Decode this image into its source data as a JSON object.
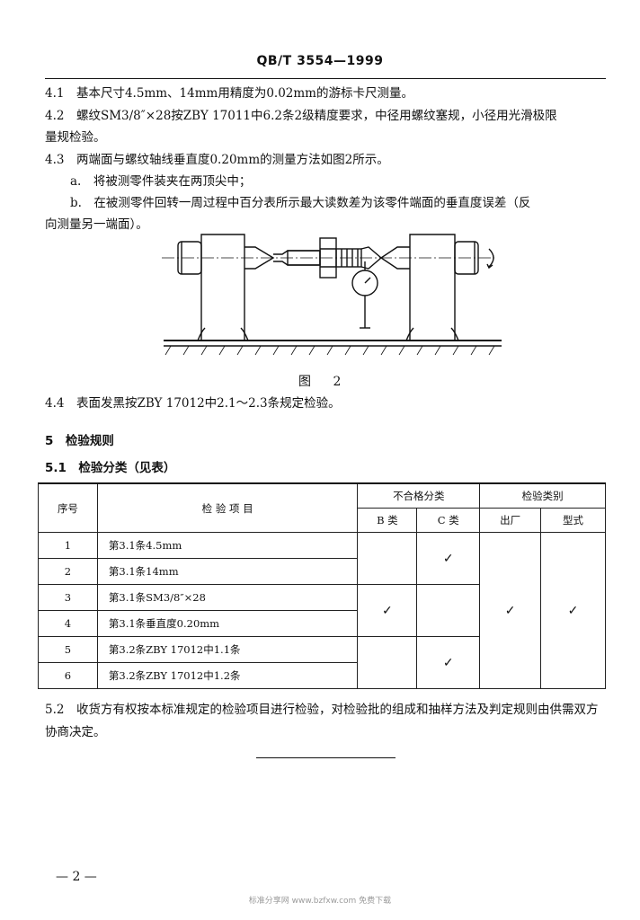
{
  "header": {
    "standard_no": "QB/T 3554—1999"
  },
  "clauses": {
    "c4_1": "4.1　基本尺寸4.5mm、14mm用精度为0.02mm的游标卡尺测量。",
    "c4_2_a": "4.2　螺纹SM3/8″×28按ZBY 17011中6.2条2级精度要求，中径用螺纹塞规，小径用光滑极限",
    "c4_2_b": "量规检验。",
    "c4_3": "4.3　两端面与螺纹轴线垂直度0.20mm的测量方法如图2所示。",
    "c4_3_a": "a.　将被测零件装夹在两顶尖中；",
    "c4_3_b1": "b.　在被测零件回转一周过程中百分表所示最大读数差为该零件端面的垂直度误差（反",
    "c4_3_b2": "向测量另一端面）。",
    "figure_caption": "图 2",
    "c4_4": "4.4　表面发黑按ZBY 17012中2.1～2.3条规定检验。"
  },
  "section5": {
    "title": "5　检验规则",
    "sub_title": "5.1　检验分类（见表）"
  },
  "table": {
    "headers": {
      "no": "序号",
      "item": "检 验 项 目",
      "defect_class": "不合格分类",
      "b": "B 类",
      "c": "C 类",
      "insp_type": "检验类别",
      "factory": "出厂",
      "type_test": "型式"
    },
    "rows": [
      {
        "no": "1",
        "item": "第3.1条4.5mm"
      },
      {
        "no": "2",
        "item": "第3.1条14mm"
      },
      {
        "no": "3",
        "item": "第3.1条SM3/8″×28"
      },
      {
        "no": "4",
        "item": "第3.1条垂直度0.20mm"
      },
      {
        "no": "5",
        "item": "第3.2条ZBY 17012中1.1条"
      },
      {
        "no": "6",
        "item": "第3.2条ZBY 17012中1.2条"
      }
    ],
    "check": "✓"
  },
  "c5_2": "5.2　收货方有权按本标准规定的检验项目进行检验，对检验批的组成和抽样方法及判定规则由供需双方协商决定。",
  "page_number": "— 2 —",
  "watermark": "标准分享网 www.bzfxw.com 免费下载"
}
